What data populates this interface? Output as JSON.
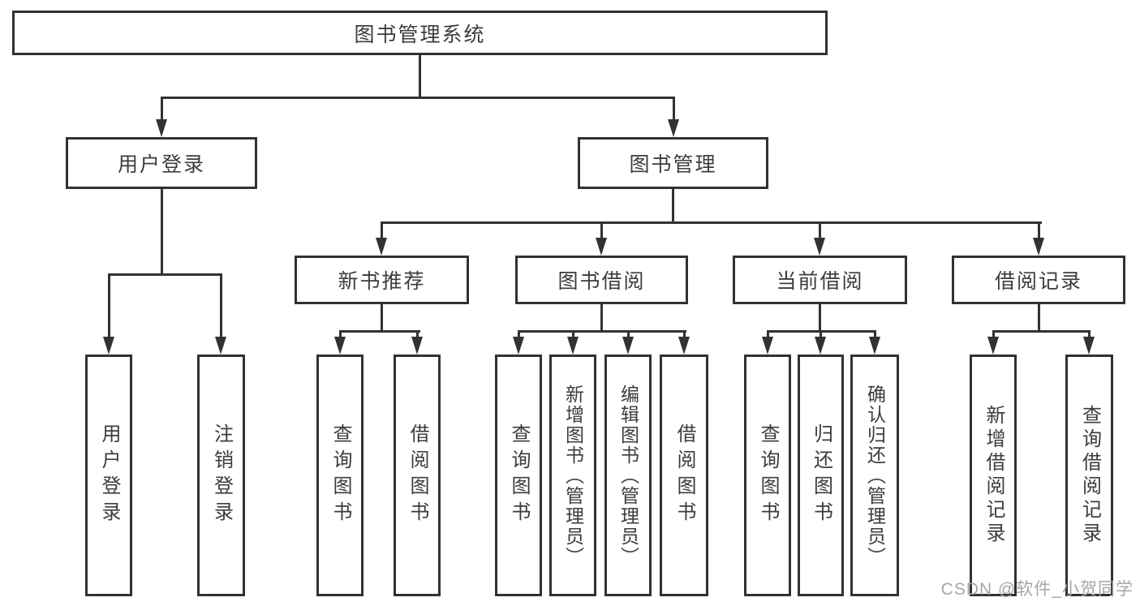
{
  "diagram": {
    "watermark": "CSDN @软件_小贺同学",
    "colors": {
      "line": "#323232",
      "text": "#3c3c3c",
      "background": "#ffffff",
      "watermark": "#a6a6a6"
    },
    "root": {
      "label": "图书管理系统"
    },
    "level2": [
      {
        "label": "用户登录"
      },
      {
        "label": "图书管理"
      }
    ],
    "level3": [
      {
        "label": "新书推荐"
      },
      {
        "label": "图书借阅"
      },
      {
        "label": "当前借阅"
      },
      {
        "label": "借阅记录"
      }
    ],
    "leaves": {
      "user_login": [
        "用户登录",
        "注销登录"
      ],
      "new_book": [
        "查询图书",
        "借阅图书"
      ],
      "book_borrow": [
        "查询图书",
        "新增图书（管理员）",
        "编辑图书（管理员）",
        "借阅图书"
      ],
      "current_borrow": [
        "查询图书",
        "归还图书",
        "确认归还（管理员）"
      ],
      "borrow_record": [
        "新增借阅记录",
        "查询借阅记录"
      ]
    }
  }
}
